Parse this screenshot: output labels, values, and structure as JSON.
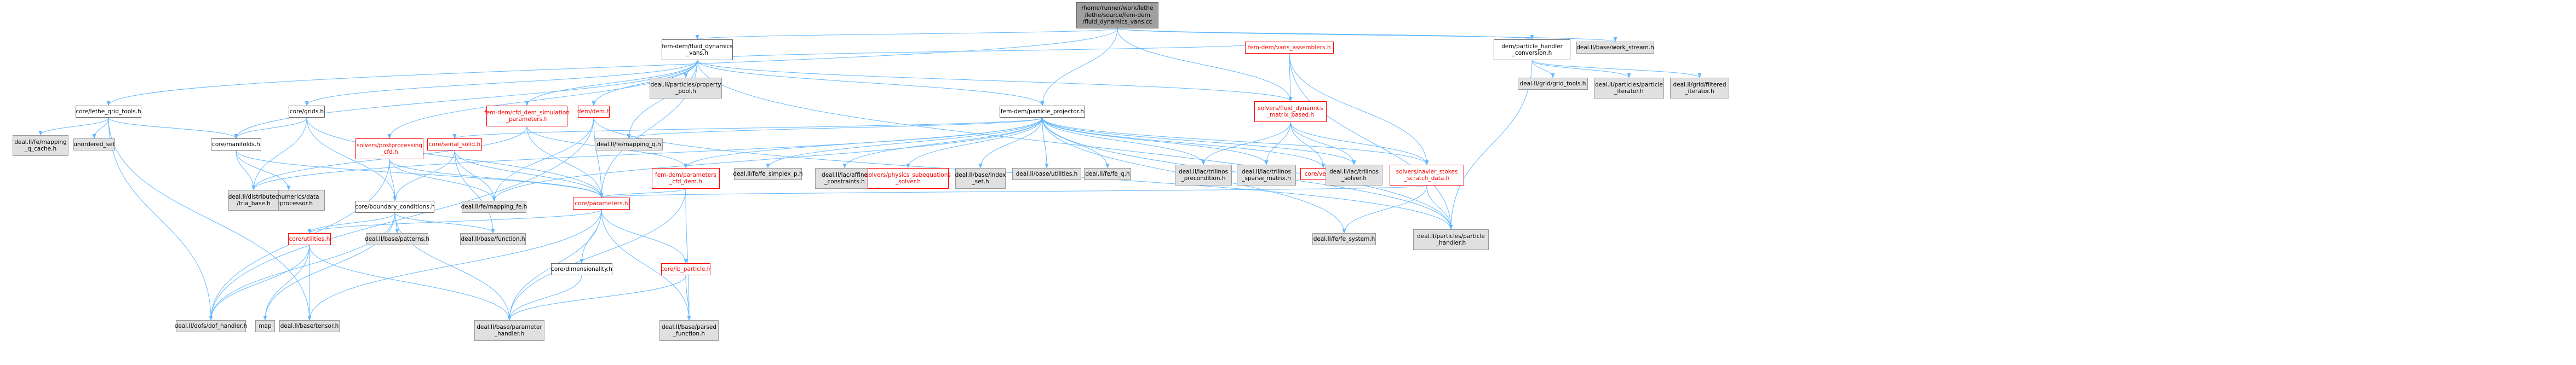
{
  "colors": {
    "edge": "#63b8ff",
    "root_fill": "#9f9f9f",
    "documented_border": "#666666",
    "undocumented_fill": "#e0e0e0",
    "truncated_border": "#ff0000"
  },
  "nodes": [
    {
      "id": "root",
      "kind": "root",
      "label": "/home/runner/work/lethe\n/lethe/source/fem-dem\n/fluid_dynamics_vans.cc"
    },
    {
      "id": "fd_vans_h",
      "kind": "doc",
      "label": "fem-dem/fluid_dynamics\n_vans.h"
    },
    {
      "id": "grid_tools",
      "kind": "doc",
      "label": "core/lethe_grid_tools.h"
    },
    {
      "id": "pp_conv",
      "kind": "doc",
      "label": "dem/particle_handler\n_conversion.h"
    },
    {
      "id": "work_stream",
      "kind": "grey",
      "label": "deal.II/base/work_stream.h"
    },
    {
      "id": "grids",
      "kind": "doc",
      "label": "core/grids.h"
    },
    {
      "id": "part_prop_pool",
      "kind": "grey",
      "label": "deal.II/particles/property\n_pool.h"
    },
    {
      "id": "vans_asm",
      "kind": "red",
      "label": "fem-dem/vans_assemblers.h"
    },
    {
      "id": "grid_grid_tools",
      "kind": "grey",
      "label": "deal.II/grid/grid_tools.h"
    },
    {
      "id": "part_iter",
      "kind": "grey",
      "label": "deal.II/particles/particle\n_iterator.h"
    },
    {
      "id": "filtered_iter",
      "kind": "grey",
      "label": "deal.II/grid/filtered\n_iterator.h"
    },
    {
      "id": "mapping_q_cache",
      "kind": "grey",
      "label": "deal.II/fe/mapping\n_q_cache.h"
    },
    {
      "id": "unordered_set",
      "kind": "grey",
      "label": "unordered_set"
    },
    {
      "id": "cfd_dem_params",
      "kind": "red",
      "label": "fem-dem/cfd_dem_simulation\n_parameters.h"
    },
    {
      "id": "dem_h",
      "kind": "red",
      "label": "dem/dem.h"
    },
    {
      "id": "particle_proj",
      "kind": "doc",
      "label": "fem-dem/particle_projector.h"
    },
    {
      "id": "fluid_matrix",
      "kind": "red",
      "label": "solvers/fluid_dynamics\n_matrix_based.h"
    },
    {
      "id": "manifolds",
      "kind": "doc",
      "label": "core/manifolds.h"
    },
    {
      "id": "postprocessing",
      "kind": "red",
      "label": "solvers/postprocessing\n_cfd.h"
    },
    {
      "id": "serial_solid",
      "kind": "red",
      "label": "core/serial_solid.h"
    },
    {
      "id": "mapping_q",
      "kind": "grey",
      "label": "deal.II/fe/mapping_q.h"
    },
    {
      "id": "dem_params",
      "kind": "red",
      "label": "fem-dem/parameters\n_cfd_dem.h"
    },
    {
      "id": "fe_simplex",
      "kind": "grey",
      "label": "deal.II/fe/fe_simplex_p.h"
    },
    {
      "id": "affine",
      "kind": "grey",
      "label": "deal.II/lac/affine\n_constraints.h"
    },
    {
      "id": "physics_sub",
      "kind": "red",
      "label": "solvers/physics_subequations\n_solver.h"
    },
    {
      "id": "index_set",
      "kind": "grey",
      "label": "deal.II/base/index\n_set.h"
    },
    {
      "id": "utilities_base",
      "kind": "grey",
      "label": "deal.II/base/utilities.h"
    },
    {
      "id": "fe_q",
      "kind": "grey",
      "label": "deal.II/fe/fe_q.h"
    },
    {
      "id": "trilinos_prec",
      "kind": "grey",
      "label": "deal.II/lac/trilinos\n_precondition.h"
    },
    {
      "id": "trilinos_sparse",
      "kind": "grey",
      "label": "deal.II/lac/trilinos\n_sparse_matrix.h"
    },
    {
      "id": "core_vector",
      "kind": "red",
      "label": "core/vector.h"
    },
    {
      "id": "trilinos_solver",
      "kind": "grey",
      "label": "deal.II/lac/trilinos\n_solver.h"
    },
    {
      "id": "ns_scratch",
      "kind": "red",
      "label": "solvers/navier_stokes\n_scratch_data.h"
    },
    {
      "id": "numerics_pp",
      "kind": "grey",
      "label": "deal.II/numerics/data\n_postprocessor.h"
    },
    {
      "id": "dist_tria",
      "kind": "grey",
      "label": "deal.II/distributed\n/tria_base.h"
    },
    {
      "id": "boundary_cond",
      "kind": "doc",
      "label": "core/boundary_conditions.h"
    },
    {
      "id": "mapping_fe",
      "kind": "grey",
      "label": "deal.II/fe/mapping_fe.h"
    },
    {
      "id": "core_params",
      "kind": "red",
      "label": "core/parameters.h"
    },
    {
      "id": "fe_system",
      "kind": "grey",
      "label": "deal.II/fe/fe_system.h"
    },
    {
      "id": "particle_handler",
      "kind": "grey",
      "label": "deal.II/particles/particle\n_handler.h"
    },
    {
      "id": "core_utilities",
      "kind": "red",
      "label": "core/utilities.h"
    },
    {
      "id": "base_patterns",
      "kind": "grey",
      "label": "deal.II/base/patterns.h"
    },
    {
      "id": "base_function",
      "kind": "grey",
      "label": "deal.II/base/function.h"
    },
    {
      "id": "dimensionality",
      "kind": "doc",
      "label": "core/dimensionality.h"
    },
    {
      "id": "ib_particle",
      "kind": "red",
      "label": "core/ib_particle.h"
    },
    {
      "id": "map",
      "kind": "grey",
      "label": "map"
    },
    {
      "id": "dof_handler",
      "kind": "grey",
      "label": "deal.II/dofs/dof_handler.h"
    },
    {
      "id": "tensor",
      "kind": "grey",
      "label": "deal.II/base/tensor.h"
    },
    {
      "id": "param_handler",
      "kind": "grey",
      "label": "deal.II/base/parameter\n_handler.h"
    },
    {
      "id": "parsed_function",
      "kind": "grey",
      "label": "deal.II/base/parsed\n_function.h"
    }
  ],
  "edges": [
    [
      "root",
      "fd_vans_h"
    ],
    [
      "root",
      "grid_tools"
    ],
    [
      "root",
      "pp_conv"
    ],
    [
      "root",
      "work_stream"
    ],
    [
      "root",
      "particle_proj"
    ],
    [
      "root",
      "fluid_matrix"
    ],
    [
      "fd_vans_h",
      "grids"
    ],
    [
      "fd_vans_h",
      "part_prop_pool"
    ],
    [
      "fd_vans_h",
      "vans_asm"
    ],
    [
      "fd_vans_h",
      "cfd_dem_params"
    ],
    [
      "fd_vans_h",
      "dem_h"
    ],
    [
      "fd_vans_h",
      "particle_proj"
    ],
    [
      "fd_vans_h",
      "fluid_matrix"
    ],
    [
      "fd_vans_h",
      "manifolds"
    ],
    [
      "fd_vans_h",
      "postprocessing"
    ],
    [
      "fd_vans_h",
      "mapping_q"
    ],
    [
      "fd_vans_h",
      "core_params"
    ],
    [
      "fd_vans_h",
      "particle_handler"
    ],
    [
      "grid_tools",
      "mapping_q_cache"
    ],
    [
      "grid_tools",
      "unordered_set"
    ],
    [
      "grid_tools",
      "manifolds"
    ],
    [
      "grid_tools",
      "dof_handler"
    ],
    [
      "grid_tools",
      "tensor"
    ],
    [
      "pp_conv",
      "grid_grid_tools"
    ],
    [
      "pp_conv",
      "part_iter"
    ],
    [
      "pp_conv",
      "filtered_iter"
    ],
    [
      "pp_conv",
      "particle_handler"
    ],
    [
      "grids",
      "manifolds"
    ],
    [
      "grids",
      "boundary_cond"
    ],
    [
      "grids",
      "dist_tria"
    ],
    [
      "grids",
      "core_params"
    ],
    [
      "vans_asm",
      "fluid_matrix"
    ],
    [
      "vans_asm",
      "ns_scratch"
    ],
    [
      "vans_asm",
      "particle_handler"
    ],
    [
      "cfd_dem_params",
      "dem_params"
    ],
    [
      "cfd_dem_params",
      "core_params"
    ],
    [
      "cfd_dem_params",
      "dist_tria"
    ],
    [
      "dem_h",
      "mapping_fe"
    ],
    [
      "dem_h",
      "core_params"
    ],
    [
      "dem_h",
      "particle_handler"
    ],
    [
      "dem_h",
      "dof_handler"
    ],
    [
      "particle_proj",
      "fe_simplex"
    ],
    [
      "particle_proj",
      "affine"
    ],
    [
      "particle_proj",
      "physics_sub"
    ],
    [
      "particle_proj",
      "index_set"
    ],
    [
      "particle_proj",
      "utilities_base"
    ],
    [
      "particle_proj",
      "fe_q"
    ],
    [
      "particle_proj",
      "trilinos_prec"
    ],
    [
      "particle_proj",
      "trilinos_sparse"
    ],
    [
      "particle_proj",
      "core_vector"
    ],
    [
      "particle_proj",
      "trilinos_solver"
    ],
    [
      "particle_proj",
      "ns_scratch"
    ],
    [
      "particle_proj",
      "fe_system"
    ],
    [
      "particle_proj",
      "particle_handler"
    ],
    [
      "particle_proj",
      "serial_solid"
    ],
    [
      "particle_proj",
      "dem_params"
    ],
    [
      "particle_proj",
      "dist_tria"
    ],
    [
      "particle_proj",
      "mapping_fe"
    ],
    [
      "particle_proj",
      "mapping_q"
    ],
    [
      "fluid_matrix",
      "trilinos_prec"
    ],
    [
      "fluid_matrix",
      "trilinos_sparse"
    ],
    [
      "fluid_matrix",
      "trilinos_solver"
    ],
    [
      "fluid_matrix",
      "ns_scratch"
    ],
    [
      "fluid_matrix",
      "core_vector"
    ],
    [
      "manifolds",
      "numerics_pp"
    ],
    [
      "manifolds",
      "dist_tria"
    ],
    [
      "manifolds",
      "core_params"
    ],
    [
      "postprocessing",
      "boundary_cond"
    ],
    [
      "postprocessing",
      "mapping_fe"
    ],
    [
      "postprocessing",
      "core_params"
    ],
    [
      "postprocessing",
      "dof_handler"
    ],
    [
      "serial_solid",
      "boundary_cond"
    ],
    [
      "serial_solid",
      "mapping_fe"
    ],
    [
      "serial_solid",
      "core_params"
    ],
    [
      "serial_solid",
      "base_function"
    ],
    [
      "dem_params",
      "core_params"
    ],
    [
      "dem_params",
      "parsed_function"
    ],
    [
      "dem_params",
      "param_handler"
    ],
    [
      "ns_scratch",
      "core_params"
    ],
    [
      "ns_scratch",
      "fe_system"
    ],
    [
      "ns_scratch",
      "particle_handler"
    ],
    [
      "boundary_cond",
      "core_utilities"
    ],
    [
      "boundary_cond",
      "base_patterns"
    ],
    [
      "boundary_cond",
      "base_function"
    ],
    [
      "boundary_cond",
      "param_handler"
    ],
    [
      "boundary_cond",
      "dof_handler"
    ],
    [
      "boundary_cond",
      "map"
    ],
    [
      "core_params",
      "dimensionality"
    ],
    [
      "core_params",
      "ib_particle"
    ],
    [
      "core_params",
      "param_handler"
    ],
    [
      "core_params",
      "parsed_function"
    ],
    [
      "core_params",
      "core_utilities"
    ],
    [
      "core_params",
      "tensor"
    ],
    [
      "core_utilities",
      "map"
    ],
    [
      "core_utilities",
      "tensor"
    ],
    [
      "core_utilities",
      "param_handler"
    ],
    [
      "core_utilities",
      "dof_handler"
    ],
    [
      "dimensionality",
      "param_handler"
    ],
    [
      "ib_particle",
      "param_handler"
    ],
    [
      "ib_particle",
      "parsed_function"
    ]
  ]
}
